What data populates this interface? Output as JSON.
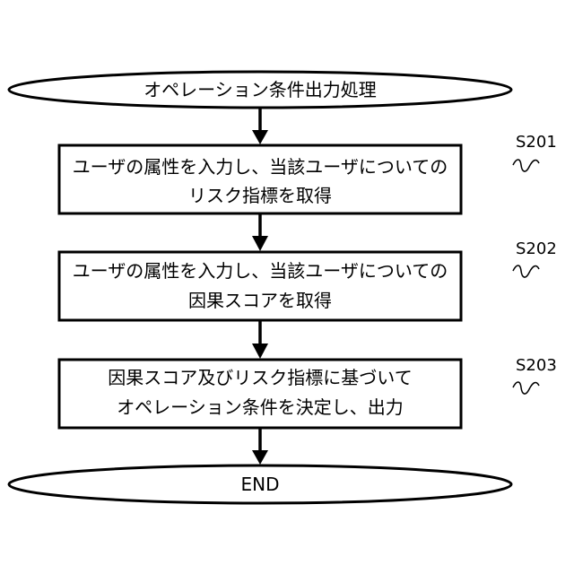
{
  "start": {
    "label": "オペレーション条件出力処理"
  },
  "steps": [
    {
      "id": "S201",
      "lines": [
        "ユーザの属性を入力し、当該ユーザについての",
        "リスク指標を取得"
      ]
    },
    {
      "id": "S202",
      "lines": [
        "ユーザの属性を入力し、当該ユーザについての",
        "因果スコアを取得"
      ]
    },
    {
      "id": "S203",
      "lines": [
        "因果スコア及びリスク指標に基づいて",
        "オペレーション条件を決定し、出力"
      ]
    }
  ],
  "end": {
    "label": "END"
  }
}
